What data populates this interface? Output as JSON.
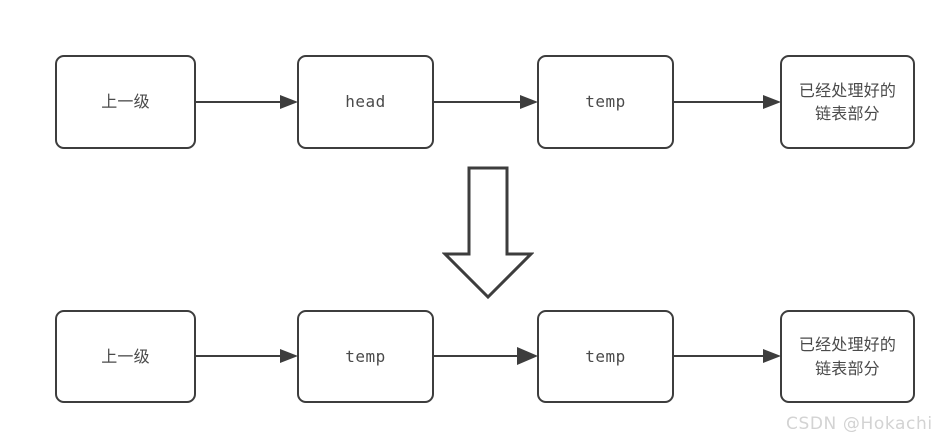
{
  "diagram": {
    "title": "linked-list-reversal-step",
    "background_color": "#ffffff",
    "node_border_color": "#3d3d3d",
    "node_fill_color": "#ffffff",
    "edge_color": "#3d3d3d",
    "text_color": "#4a4a4a",
    "rows": [
      {
        "name": "before",
        "nodes": [
          {
            "id": "top-prev",
            "label": "上一级"
          },
          {
            "id": "top-head",
            "label": "head"
          },
          {
            "id": "top-temp",
            "label": "temp"
          },
          {
            "id": "top-processed",
            "label": "已经处理好的\n链表部分"
          }
        ]
      },
      {
        "name": "after",
        "nodes": [
          {
            "id": "bottom-prev",
            "label": "上一级"
          },
          {
            "id": "bottom-temp-1",
            "label": "temp"
          },
          {
            "id": "bottom-temp-2",
            "label": "temp"
          },
          {
            "id": "bottom-processed",
            "label": "已经处理好的\n链表部分"
          }
        ]
      }
    ],
    "transition_arrow": {
      "id": "transform-arrow",
      "direction": "down"
    }
  },
  "watermark": {
    "text": "CSDN @Hokachi",
    "color": "#d3d3d3"
  }
}
